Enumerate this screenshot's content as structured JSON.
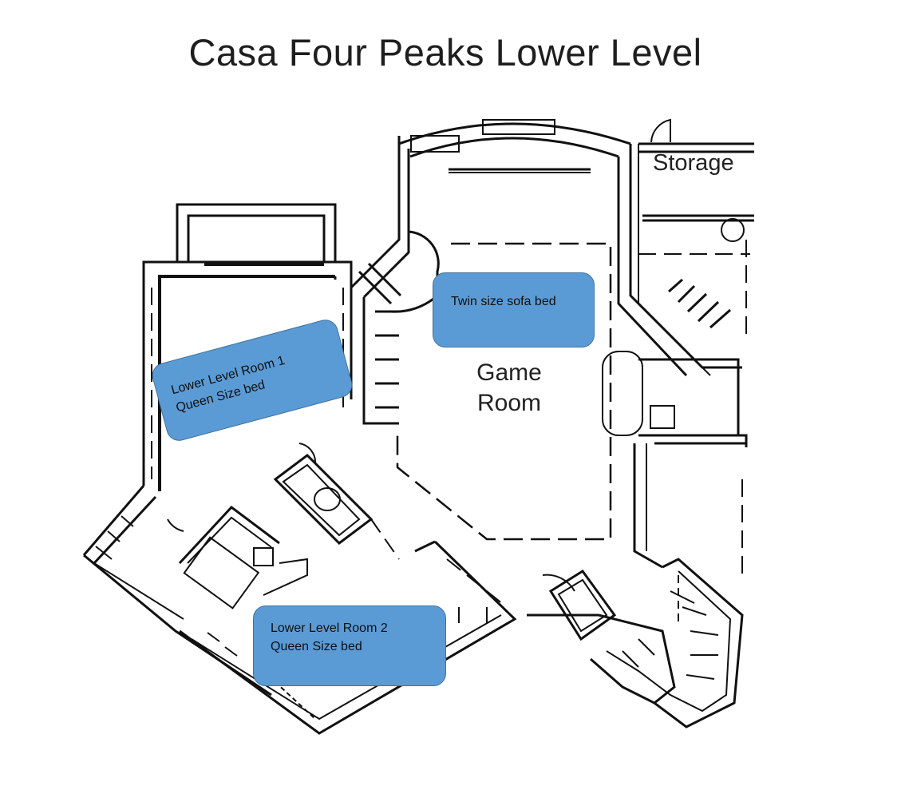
{
  "title": "Casa Four Peaks Lower Level",
  "rooms": {
    "game_room": {
      "line1": "Game",
      "line2": "Room"
    },
    "storage": "Storage"
  },
  "callouts": {
    "room1": {
      "line1": "Lower Level Room 1",
      "line2": "Queen Size bed"
    },
    "room2": {
      "line1": "Lower Level Room 2",
      "line2": "Queen Size bed"
    },
    "sofa": "Twin size sofa bed"
  },
  "colors": {
    "callout_fill": "#5b9bd5",
    "callout_border": "#41719c",
    "wall": "#111111"
  }
}
